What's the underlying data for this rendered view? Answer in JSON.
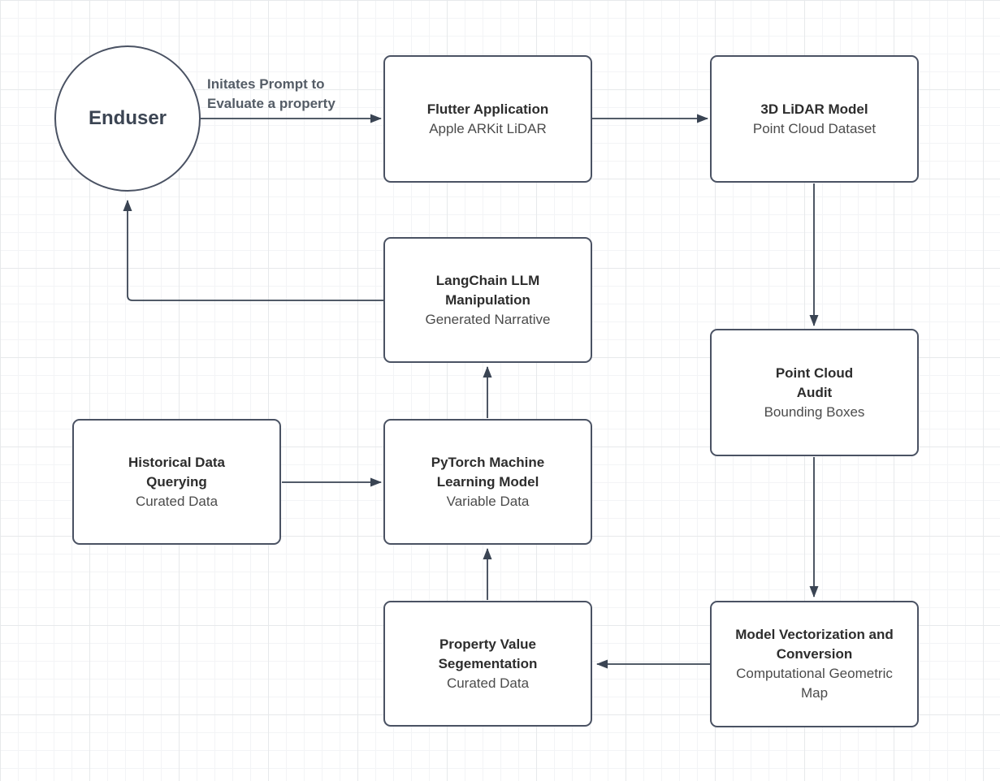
{
  "diagram": {
    "actor": {
      "label": "Enduser"
    },
    "edge_labels": {
      "prompt": "Initates Prompt to\nEvaluate a property"
    },
    "nodes": [
      {
        "id": "flutter-application",
        "title": "Flutter Application",
        "subtitle": "Apple ARKit LiDAR"
      },
      {
        "id": "3d-lidar-model",
        "title": "3D LiDAR Model",
        "subtitle": "Point Cloud Dataset"
      },
      {
        "id": "langchain-llm-manipulation",
        "title": "LangChain LLM\nManipulation",
        "subtitle": "Generated Narrative"
      },
      {
        "id": "point-cloud-audit",
        "title": "Point Cloud\nAudit",
        "subtitle": "Bounding Boxes"
      },
      {
        "id": "historical-data-querying",
        "title": "Historical Data\nQuerying",
        "subtitle": "Curated Data"
      },
      {
        "id": "pytorch-machine-learning-model",
        "title": "PyTorch Machine\nLearning Model",
        "subtitle": "Variable Data"
      },
      {
        "id": "property-value-segementation",
        "title": "Property Value\nSegementation",
        "subtitle": "Curated Data"
      },
      {
        "id": "model-vectorization-conversion",
        "title": "Model Vectorization and\nConversion",
        "subtitle": "Computational Geometric\nMap"
      }
    ],
    "colors": {
      "node_border": "#4a5263",
      "edge_stroke": "#3a4453",
      "title_text": "#2d2d2d",
      "subtitle_text": "#4b4b4b",
      "actor_text": "#3c4553",
      "edge_label_text": "#545c66",
      "grid_minor": "#f3f4f6",
      "grid_major": "#e7e9eb",
      "background": "#ffffff"
    }
  }
}
